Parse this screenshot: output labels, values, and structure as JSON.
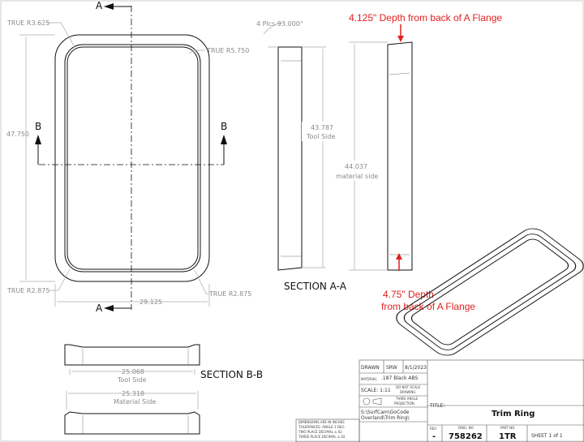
{
  "front_view": {
    "section_a_label": "A",
    "section_b_label": "B",
    "radius_top_left": "TRUE R3.625",
    "radius_top_right": "TRUE R5.750",
    "radius_bottom_left": "TRUE R2.875",
    "radius_bottom_right": "TRUE R2.875",
    "height_dim": "47.750",
    "width_dim": "29.125"
  },
  "section_aa": {
    "angle_note": "4 Plcs 93.000°",
    "tool_side_dim": "43.787",
    "tool_side_label": "Tool Side",
    "material_side_dim": "44.037",
    "material_side_label": "material side",
    "title": "SECTION A-A",
    "top_note": "4.125\" Depth from back of A Flange",
    "bottom_note_line1": "4.75\" Depth",
    "bottom_note_line2": "from back of A Flange",
    "note_color": "#e02020"
  },
  "section_bb": {
    "tool_side_dim": "25.068",
    "tool_side_label": "Tool Side",
    "material_side_dim": "25.318",
    "material_side_label": "Material Side",
    "title": "SECTION B-B"
  },
  "title_block": {
    "tolerance_lines": [
      "DIMENSIONS ARE IN INCHES",
      "TOLERANCES:      ANGLE  1 DEG",
      "TWO PLACE DECIMAL  ±.02",
      "THREE PLACE DECIMAL  ±.02"
    ],
    "drawn_label": "DRAWN",
    "drawn_by": "SRW",
    "drawn_date": "8/1/2023",
    "material_label": "MATERIAL",
    "material": ".187 Black ABS",
    "scale": "SCALE: 1:11",
    "scale_note_1": "DO NOT SCALE",
    "scale_note_2": "DRAWING",
    "projection_1": "THIRD ANGLE",
    "projection_2": "PROJECTION",
    "path_1": "S:\\SurfCam\\GoCode",
    "path_2": "Overland\\Trim Ring\\",
    "title_label": "TITLE:",
    "title": "Trim Ring",
    "rev_label": "REV",
    "rev": "-",
    "dwg_label": "DWG. NO",
    "dwg_no": "758262",
    "part_label": "PART NO.",
    "part_no": "1TR",
    "sheet": "SHEET 1 of 1"
  }
}
